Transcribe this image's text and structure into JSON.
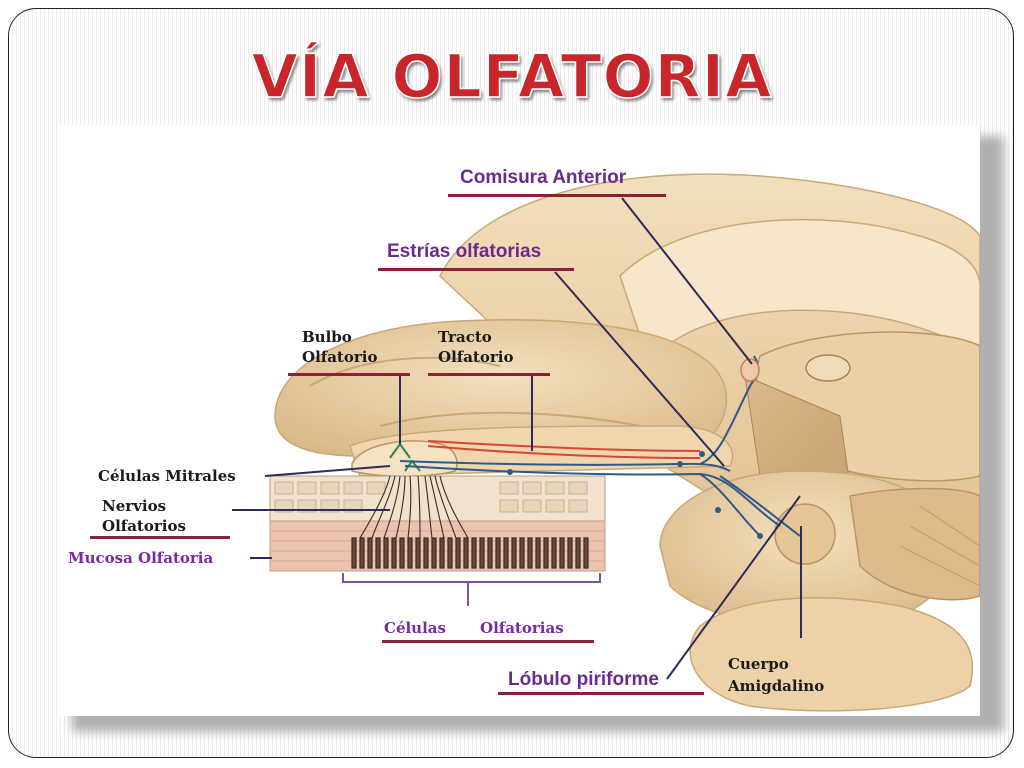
{
  "title": "VÍA OLFATORIA",
  "labels": {
    "comisura_anterior": "Comisura Anterior",
    "estrias_olfatorias": "Estrías olfatorias",
    "bulbo_line1": "Bulbo",
    "bulbo_line2": "Olfatorio",
    "tracto_line1": "Tracto",
    "tracto_line2": "Olfatorio",
    "celulas_mitrales": "Células Mitrales",
    "nervios_line1": "Nervios",
    "nervios_line2": "Olfatorios",
    "mucosa_olfatoria": "Mucosa Olfatoria",
    "celulas_olfatorias_1": "Células",
    "celulas_olfatorias_2": "Olfatorias",
    "lobulo_piriforme": "Lóbulo piriforme",
    "cuerpo_line1": "Cuerpo",
    "cuerpo_line2": "Amigdalino"
  },
  "colors": {
    "title": "#c8262a",
    "label_purple": "#6b2b8c",
    "underline": "#8c1f3a",
    "brain_tissue": "#e9cfa4",
    "leader_line": "#3a2a6a"
  }
}
